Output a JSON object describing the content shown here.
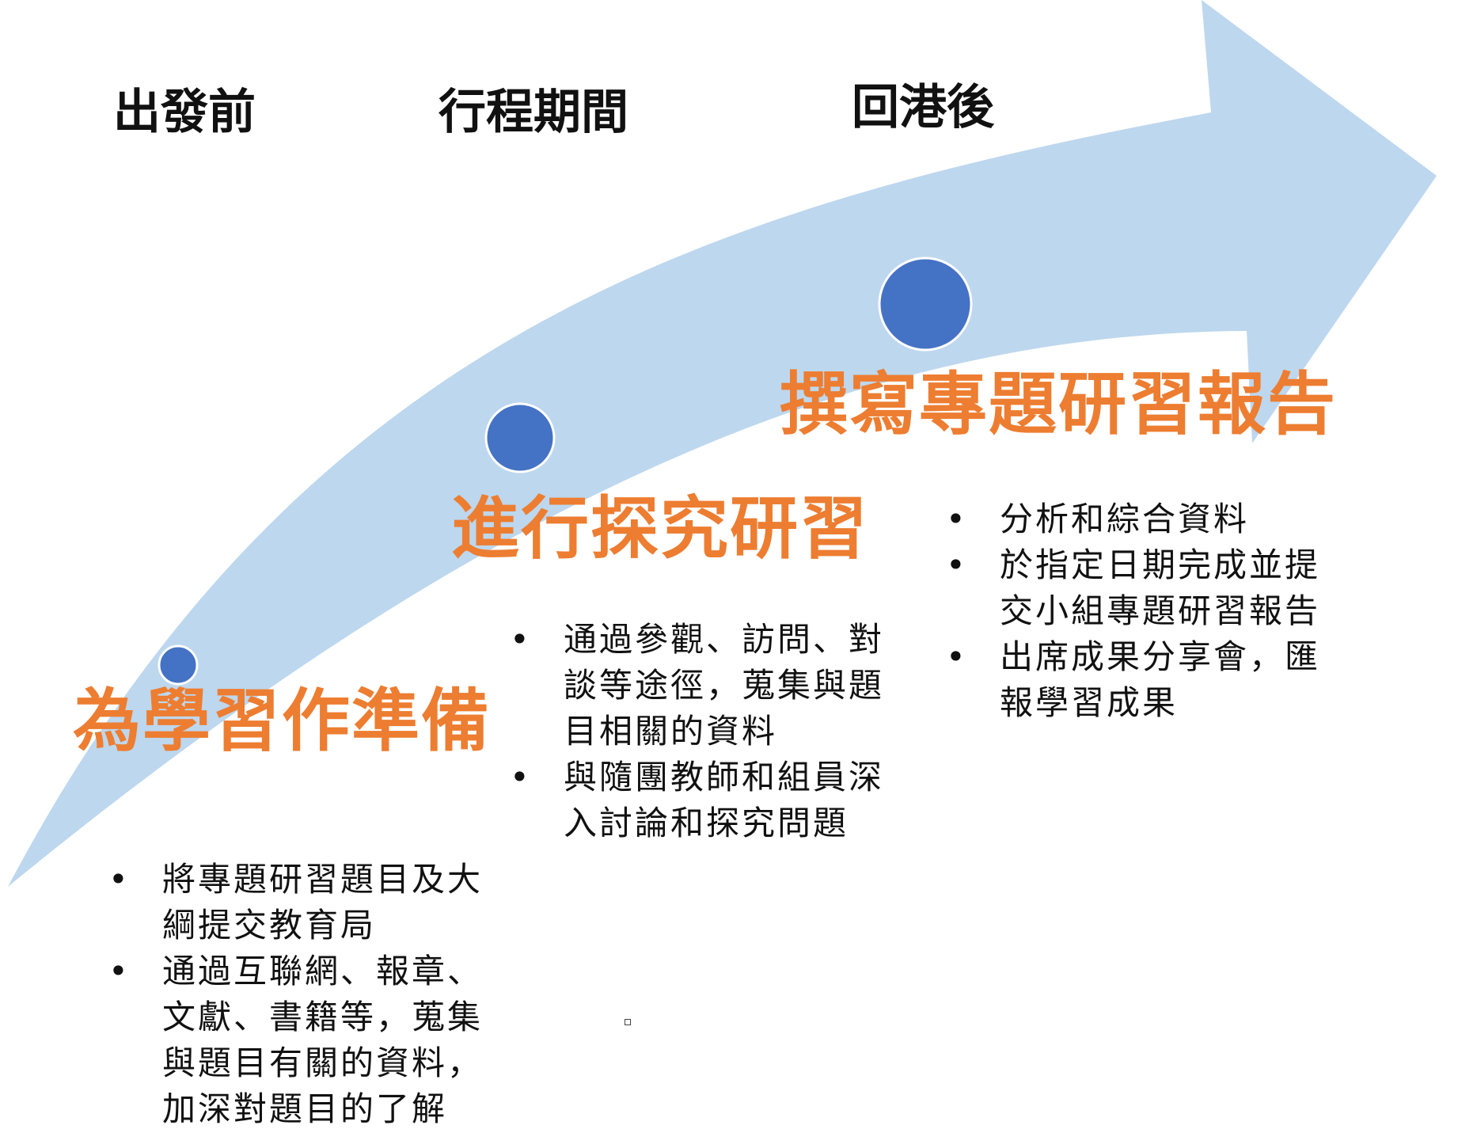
{
  "colors": {
    "arrow": "#bdd7ee",
    "marker": "#4472c4",
    "marker_border": "#ffffff",
    "step_text": "#ed7d31",
    "body_text": "#111111"
  },
  "phases": {
    "before": "出發前",
    "during": "行程期間",
    "after": "回港後"
  },
  "steps": {
    "prepare": "為學習作準備",
    "inquiry": "進行探究研習",
    "report": "撰寫專題研習報告"
  },
  "bullets": {
    "prepare": [
      "將專題研習題目及大綱提交教育局",
      "通過互聯網、報章、文獻、書籍等，蒐集與題目有關的資料，加深對題目的了解"
    ],
    "inquiry": [
      "通過參觀、訪問、對談等途徑，蒐集與題目相關的資料",
      "與隨團教師和組員深入討論和探究問題"
    ],
    "report": [
      "分析和綜合資料",
      "於指定日期完成並提交小組專題研習報告",
      "出席成果分享會，匯報學習成果"
    ],
    "marker_glyph": "•"
  },
  "icons": {
    "bullet": "bullet-dot-icon",
    "arrow": "curved-arrow-shape",
    "milestone": "milestone-circle-icon"
  }
}
